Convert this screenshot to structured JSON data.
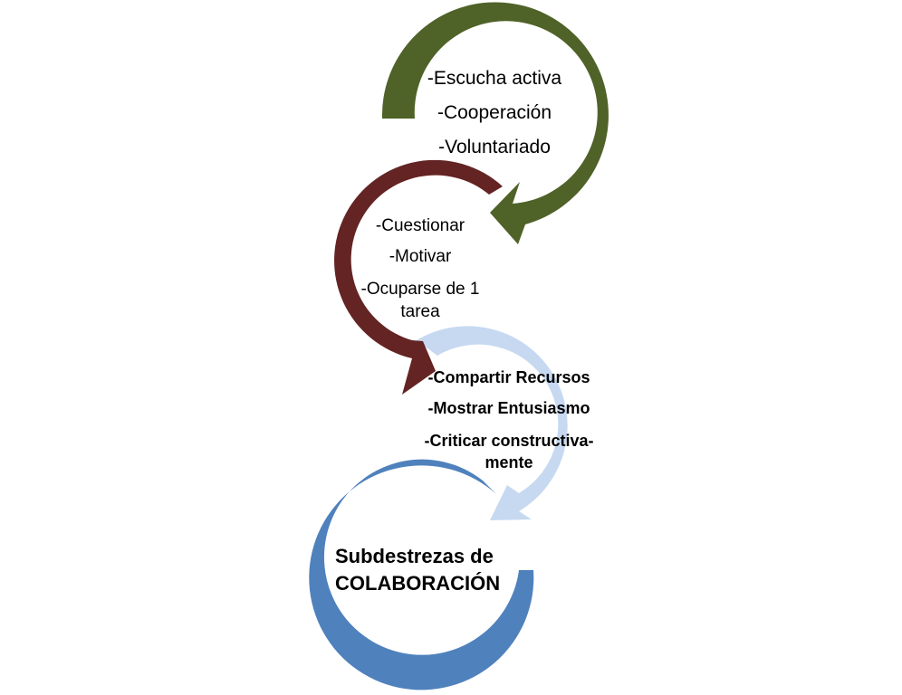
{
  "colors": {
    "green": "#4f6228",
    "maroon": "#632423",
    "light_blue": "#c6d9f1",
    "blue": "#4f81bd",
    "text": "#000000",
    "background": "#ffffff"
  },
  "cycle": [
    {
      "id": "green",
      "items": [
        "-Escucha activa",
        "-Cooperación",
        "-Voluntariado"
      ]
    },
    {
      "id": "maroon",
      "items": [
        "-Cuestionar",
        "-Motivar",
        "-Ocuparse de 1",
        "tarea"
      ]
    },
    {
      "id": "light_blue",
      "items": [
        "-Compartir Recursos",
        "-Mostrar Entusiasmo",
        "-Criticar constructiva-",
        "mente"
      ]
    },
    {
      "id": "blue",
      "title_lines": [
        "Subdestrezas de",
        "COLABORACIÓN"
      ]
    }
  ]
}
